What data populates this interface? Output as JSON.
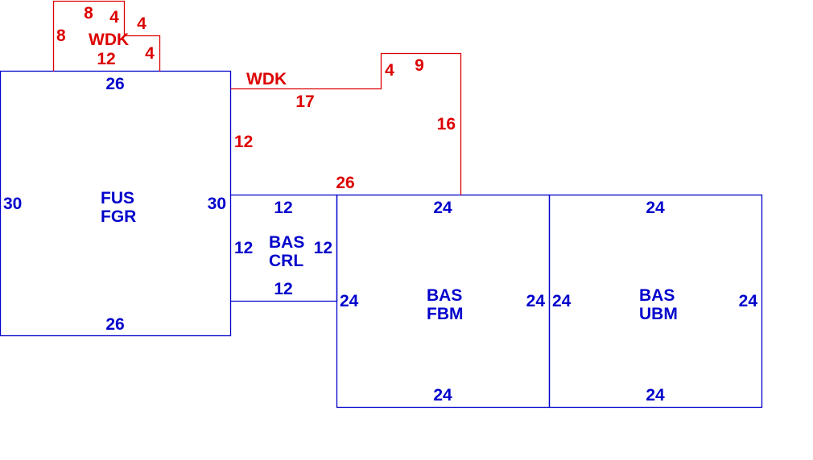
{
  "colors": {
    "structure": "#0000cc",
    "deck": "#dd0000",
    "background": "#ffffff"
  },
  "areas": {
    "fus": {
      "label_line1": "FUS",
      "label_line2": "FGR",
      "dim_top": "26",
      "dim_bottom": "26",
      "dim_left": "30",
      "dim_right": "30"
    },
    "bas_crl": {
      "label_line1": "BAS",
      "label_line2": "CRL",
      "dim_top": "12",
      "dim_bottom": "12",
      "dim_left": "12",
      "dim_right": "12"
    },
    "bas_fbm": {
      "label_line1": "BAS",
      "label_line2": "FBM",
      "dim_top": "24",
      "dim_bottom": "24",
      "dim_left": "24",
      "dim_right": "24"
    },
    "bas_ubm": {
      "label_line1": "BAS",
      "label_line2": "UBM",
      "dim_top": "24",
      "dim_bottom": "24",
      "dim_left": "24",
      "dim_right": "24"
    },
    "wdk_small": {
      "label": "WDK",
      "dims": [
        "8",
        "4",
        "4",
        "8",
        "4",
        "12"
      ]
    },
    "wdk_large": {
      "label": "WDK",
      "dims": [
        "4",
        "9",
        "17",
        "16",
        "12",
        "26"
      ]
    }
  }
}
